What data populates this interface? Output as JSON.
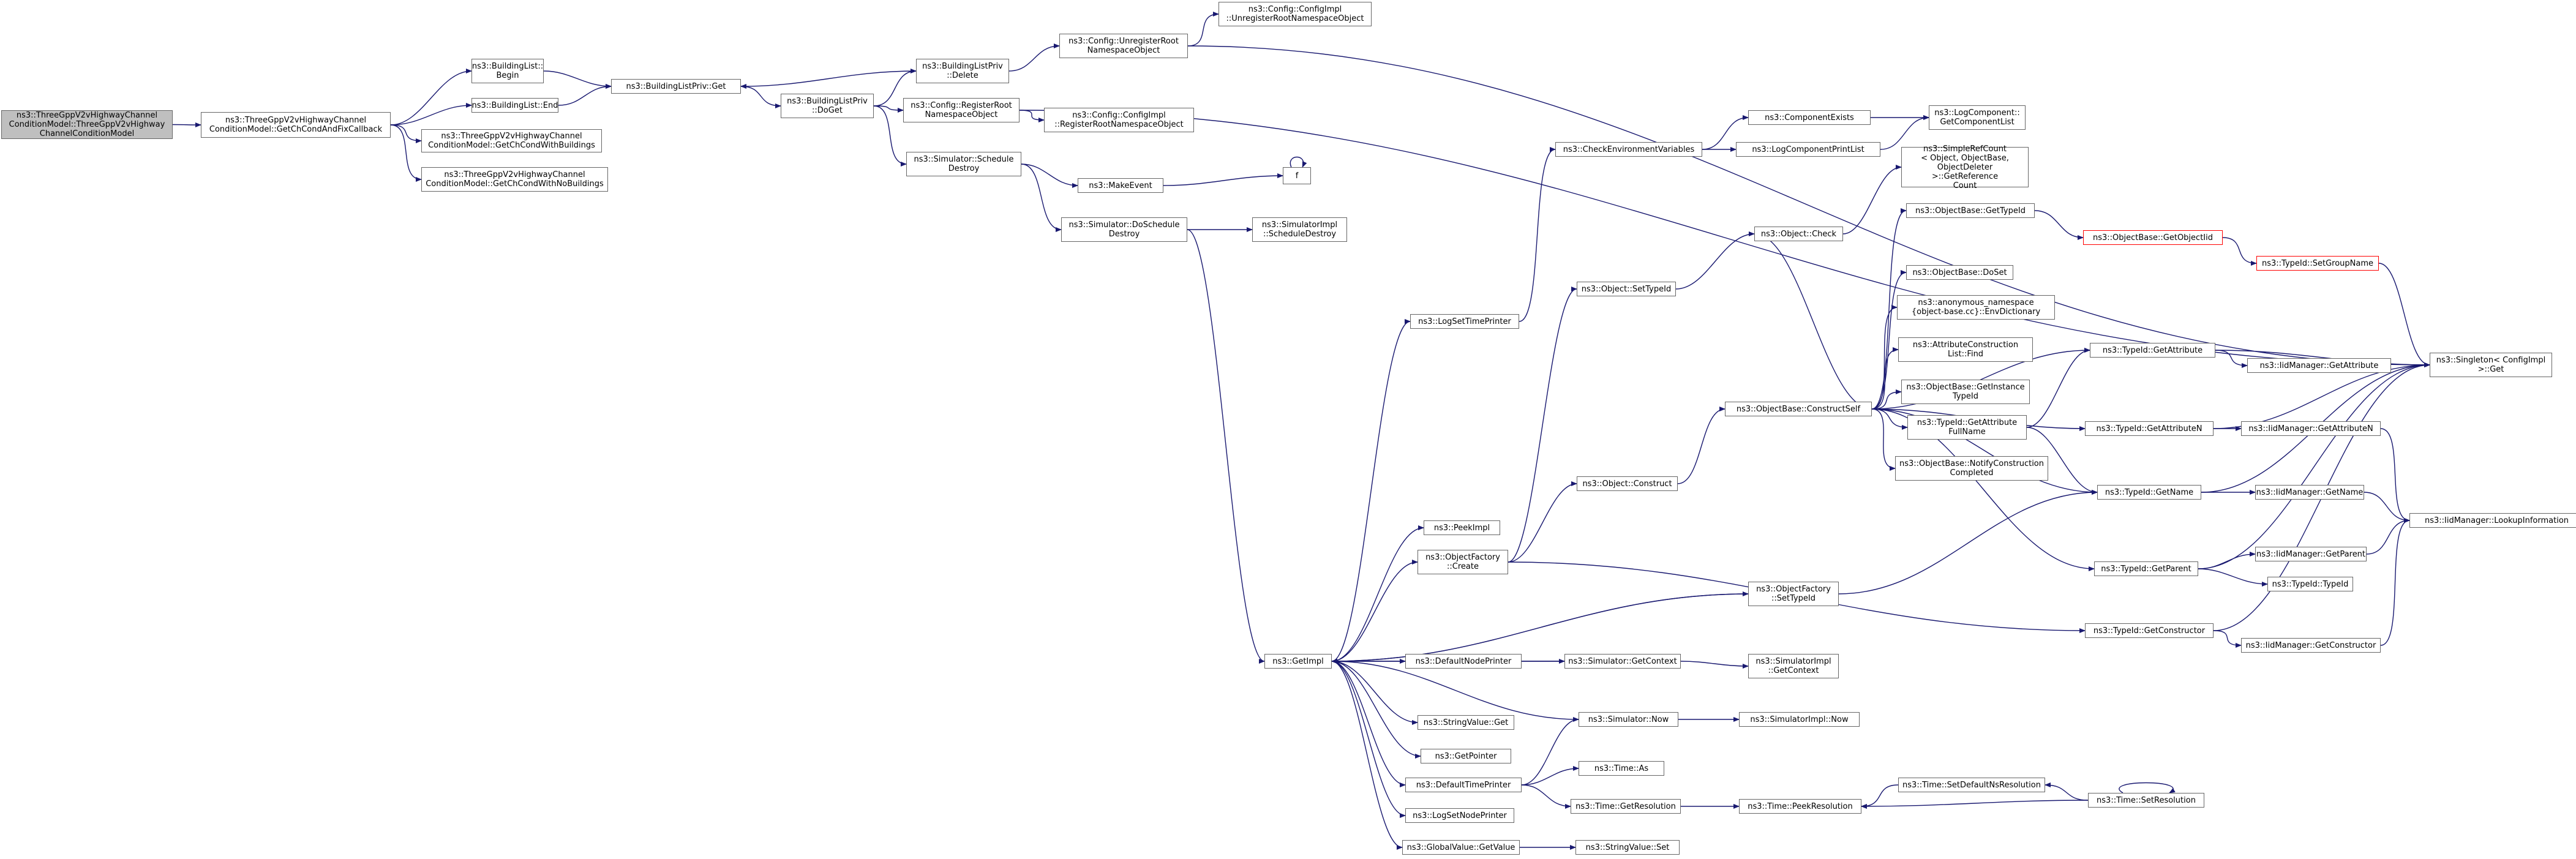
{
  "colors": {
    "edge": "#191970",
    "node_border": "#666666",
    "highlight_border": "#ff0000",
    "root_fill": "#bfbfbf"
  },
  "nodes": [
    {
      "id": "root",
      "label": "ns3::ThreeGppV2vHighwayChannel\nConditionModel::ThreeGppV2vHighway\nChannelConditionModel",
      "style": "root"
    },
    {
      "id": "getchcond",
      "label": "ns3::ThreeGppV2vHighwayChannel\nConditionModel::GetChCondAndFixCallback"
    },
    {
      "id": "blbegin",
      "label": "ns3::BuildingList::\nBegin"
    },
    {
      "id": "blend",
      "label": "ns3::BuildingList::End"
    },
    {
      "id": "withbuild",
      "label": "ns3::ThreeGppV2vHighwayChannel\nConditionModel::GetChCondWithBuildings"
    },
    {
      "id": "nobuild",
      "label": "ns3::ThreeGppV2vHighwayChannel\nConditionModel::GetChCondWithNoBuildings"
    },
    {
      "id": "blpget",
      "label": "ns3::BuildingListPriv::Get"
    },
    {
      "id": "blpdoget",
      "label": "ns3::BuildingListPriv\n::DoGet"
    },
    {
      "id": "blpdelete",
      "label": "ns3::BuildingListPriv\n::Delete"
    },
    {
      "id": "cfgunreg",
      "label": "ns3::Config::UnregisterRoot\nNamespaceObject"
    },
    {
      "id": "cfgimplunreg",
      "label": "ns3::Config::ConfigImpl\n::UnregisterRootNamespaceObject"
    },
    {
      "id": "cfgreg",
      "label": "ns3::Config::RegisterRoot\nNamespaceObject"
    },
    {
      "id": "cfgimplreg",
      "label": "ns3::Config::ConfigImpl\n::RegisterRootNamespaceObject"
    },
    {
      "id": "simsched",
      "label": "ns3::Simulator::Schedule\nDestroy"
    },
    {
      "id": "makeevent",
      "label": "ns3::MakeEvent"
    },
    {
      "id": "f",
      "label": "f"
    },
    {
      "id": "simdosched",
      "label": "ns3::Simulator::DoSchedule\nDestroy"
    },
    {
      "id": "simimplsched",
      "label": "ns3::SimulatorImpl\n::ScheduleDestroy"
    },
    {
      "id": "checkenv",
      "label": "ns3::CheckEnvironmentVariables"
    },
    {
      "id": "compexists",
      "label": "ns3::ComponentExists"
    },
    {
      "id": "lcprint",
      "label": "ns3::LogComponentPrintList"
    },
    {
      "id": "lcgetlist",
      "label": "ns3::LogComponent::\nGetComponentList"
    },
    {
      "id": "simplerefcount",
      "label": "ns3::SimpleRefCount\n< Object, ObjectBase,\nObjectDeleter >::GetReference\nCount"
    },
    {
      "id": "objbasegettid",
      "label": "ns3::ObjectBase::GetTypeId"
    },
    {
      "id": "objbasegetoid",
      "label": "ns3::ObjectBase::GetObjectIid",
      "style": "red"
    },
    {
      "id": "tidsetgroup",
      "label": "ns3::TypeId::SetGroupName",
      "style": "red"
    },
    {
      "id": "objcheck",
      "label": "ns3::Object::Check"
    },
    {
      "id": "objbasedoset",
      "label": "ns3::ObjectBase::DoSet"
    },
    {
      "id": "envdict",
      "label": "ns3::anonymous_namespace\n{object-base.cc}::EnvDictionary"
    },
    {
      "id": "logsettime",
      "label": "ns3::LogSetTimePrinter"
    },
    {
      "id": "objsettid",
      "label": "ns3::Object::SetTypeId"
    },
    {
      "id": "attrconstr",
      "label": "ns3::AttributeConstruction\nList::Find"
    },
    {
      "id": "objbasegetinst",
      "label": "ns3::ObjectBase::GetInstance\nTypeId"
    },
    {
      "id": "tidgetattr",
      "label": "ns3::TypeId::GetAttribute"
    },
    {
      "id": "iidgetattr",
      "label": "ns3::IidManager::GetAttribute"
    },
    {
      "id": "singleton",
      "label": "ns3::Singleton< ConfigImpl\n>::Get"
    },
    {
      "id": "objbaseconstruct",
      "label": "ns3::ObjectBase::ConstructSelf"
    },
    {
      "id": "tidgetattrfull",
      "label": "ns3::TypeId::GetAttribute\nFullName"
    },
    {
      "id": "tidgetattrn",
      "label": "ns3::TypeId::GetAttributeN"
    },
    {
      "id": "iidgetattrn",
      "label": "ns3::IidManager::GetAttributeN"
    },
    {
      "id": "objbasenotify",
      "label": "ns3::ObjectBase::NotifyConstruction\nCompleted"
    },
    {
      "id": "objconstruct",
      "label": "ns3::Object::Construct"
    },
    {
      "id": "tidgetname",
      "label": "ns3::TypeId::GetName"
    },
    {
      "id": "iidgetname",
      "label": "ns3::IidManager::GetName"
    },
    {
      "id": "iidlookup",
      "label": "ns3::IidManager::LookupInformation"
    },
    {
      "id": "peekimpl",
      "label": "ns3::PeekImpl"
    },
    {
      "id": "objfactcreate",
      "label": "ns3::ObjectFactory\n::Create"
    },
    {
      "id": "iidgetparent",
      "label": "ns3::IidManager::GetParent"
    },
    {
      "id": "tidgetparent",
      "label": "ns3::TypeId::GetParent"
    },
    {
      "id": "tidtypeid",
      "label": "ns3::TypeId::TypeId"
    },
    {
      "id": "objfactsettid",
      "label": "ns3::ObjectFactory\n::SetTypeId"
    },
    {
      "id": "tidgetconstr",
      "label": "ns3::TypeId::GetConstructor"
    },
    {
      "id": "iidgetconstr",
      "label": "ns3::IidManager::GetConstructor"
    },
    {
      "id": "getimpl",
      "label": "ns3::GetImpl"
    },
    {
      "id": "defnodeprinter",
      "label": "ns3::DefaultNodePrinter"
    },
    {
      "id": "simgetctx",
      "label": "ns3::Simulator::GetContext"
    },
    {
      "id": "simimplgetctx",
      "label": "ns3::SimulatorImpl\n::GetContext"
    },
    {
      "id": "stringvalget",
      "label": "ns3::StringValue::Get"
    },
    {
      "id": "simnow",
      "label": "ns3::Simulator::Now"
    },
    {
      "id": "simimplnow",
      "label": "ns3::SimulatorImpl::Now"
    },
    {
      "id": "getpointer",
      "label": "ns3::GetPointer"
    },
    {
      "id": "deftimeprinter",
      "label": "ns3::DefaultTimePrinter"
    },
    {
      "id": "timeas",
      "label": "ns3::Time::As"
    },
    {
      "id": "timesetdefres",
      "label": "ns3::Time::SetDefaultNsResolution"
    },
    {
      "id": "timegetres",
      "label": "ns3::Time::GetResolution"
    },
    {
      "id": "timepeekres",
      "label": "ns3::Time::PeekResolution"
    },
    {
      "id": "timesetres",
      "label": "ns3::Time::SetResolution"
    },
    {
      "id": "logsetnode",
      "label": "ns3::LogSetNodePrinter"
    },
    {
      "id": "gvgetvalue",
      "label": "ns3::GlobalValue::GetValue"
    },
    {
      "id": "stringvalset",
      "label": "ns3::StringValue::Set"
    }
  ],
  "edges": [
    [
      "root",
      "getchcond"
    ],
    [
      "getchcond",
      "blbegin"
    ],
    [
      "getchcond",
      "blend"
    ],
    [
      "getchcond",
      "withbuild"
    ],
    [
      "getchcond",
      "nobuild"
    ],
    [
      "blbegin",
      "blpget"
    ],
    [
      "blend",
      "blpget"
    ],
    [
      "blpget",
      "blpdoget"
    ],
    [
      "blpdoget",
      "blpdelete"
    ],
    [
      "blpdelete",
      "blpget"
    ],
    [
      "blpdelete",
      "cfgunreg"
    ],
    [
      "cfgunreg",
      "cfgimplunreg"
    ],
    [
      "cfgunreg",
      "singleton"
    ],
    [
      "blpdoget",
      "cfgreg"
    ],
    [
      "cfgreg",
      "cfgimplreg"
    ],
    [
      "cfgreg",
      "singleton"
    ],
    [
      "blpdoget",
      "simsched"
    ],
    [
      "simsched",
      "makeevent"
    ],
    [
      "simsched",
      "simdosched"
    ],
    [
      "makeevent",
      "f"
    ],
    [
      "f",
      "f"
    ],
    [
      "simdosched",
      "simimplsched"
    ],
    [
      "simdosched",
      "getimpl"
    ],
    [
      "getimpl",
      "logsettime"
    ],
    [
      "getimpl",
      "peekimpl"
    ],
    [
      "getimpl",
      "objfactcreate"
    ],
    [
      "getimpl",
      "objfactsettid"
    ],
    [
      "getimpl",
      "defnodeprinter"
    ],
    [
      "getimpl",
      "stringvalget"
    ],
    [
      "getimpl",
      "getpointer"
    ],
    [
      "getimpl",
      "deftimeprinter"
    ],
    [
      "getimpl",
      "logsetnode"
    ],
    [
      "getimpl",
      "gvgetvalue"
    ],
    [
      "logsettime",
      "checkenv"
    ],
    [
      "checkenv",
      "compexists"
    ],
    [
      "checkenv",
      "lcprint"
    ],
    [
      "compexists",
      "lcgetlist"
    ],
    [
      "lcprint",
      "lcgetlist"
    ],
    [
      "objfactcreate",
      "objsettid"
    ],
    [
      "objfactcreate",
      "objconstruct"
    ],
    [
      "objfactcreate",
      "tidgetconstr"
    ],
    [
      "objsettid",
      "objcheck"
    ],
    [
      "objcheck",
      "simplerefcount"
    ],
    [
      "objconstruct",
      "objbaseconstruct"
    ],
    [
      "objbaseconstruct",
      "objcheck"
    ],
    [
      "objbaseconstruct",
      "objbasegettid"
    ],
    [
      "objbaseconstruct",
      "objbasedoset"
    ],
    [
      "objbaseconstruct",
      "envdict"
    ],
    [
      "objbaseconstruct",
      "attrconstr"
    ],
    [
      "objbaseconstruct",
      "objbasegetinst"
    ],
    [
      "objbaseconstruct",
      "tidgetattrfull"
    ],
    [
      "objbaseconstruct",
      "objbasenotify"
    ],
    [
      "objbaseconstruct",
      "tidgetattr"
    ],
    [
      "objbaseconstruct",
      "tidgetattrn"
    ],
    [
      "objbaseconstruct",
      "tidgetname"
    ],
    [
      "objbaseconstruct",
      "tidgetparent"
    ],
    [
      "objbasegettid",
      "objbasegetoid"
    ],
    [
      "objbasegetoid",
      "tidsetgroup"
    ],
    [
      "tidsetgroup",
      "singleton"
    ],
    [
      "tidgetattr",
      "iidgetattr"
    ],
    [
      "tidgetattr",
      "singleton"
    ],
    [
      "tidgetattrfull",
      "tidgetattr"
    ],
    [
      "tidgetattrfull",
      "tidgetname"
    ],
    [
      "tidgetattrn",
      "iidgetattrn"
    ],
    [
      "tidgetattrn",
      "singleton"
    ],
    [
      "iidgetattrn",
      "iidlookup"
    ],
    [
      "tidgetname",
      "iidgetname"
    ],
    [
      "tidgetname",
      "singleton"
    ],
    [
      "iidgetname",
      "iidlookup"
    ],
    [
      "tidgetparent",
      "iidgetparent"
    ],
    [
      "tidgetparent",
      "tidtypeid"
    ],
    [
      "tidgetparent",
      "singleton"
    ],
    [
      "iidgetparent",
      "iidlookup"
    ],
    [
      "tidgetconstr",
      "iidgetconstr"
    ],
    [
      "tidgetconstr",
      "singleton"
    ],
    [
      "iidgetconstr",
      "iidlookup"
    ],
    [
      "objfactsettid",
      "tidgetname"
    ],
    [
      "defnodeprinter",
      "simgetctx"
    ],
    [
      "simgetctx",
      "simimplgetctx"
    ],
    [
      "simgetctx",
      "getimpl"
    ],
    [
      "deftimeprinter",
      "simnow"
    ],
    [
      "deftimeprinter",
      "timeas"
    ],
    [
      "deftimeprinter",
      "timegetres"
    ],
    [
      "simnow",
      "simimplnow"
    ],
    [
      "simnow",
      "getimpl"
    ],
    [
      "timegetres",
      "timepeekres"
    ],
    [
      "timesetdefres",
      "timepeekres"
    ],
    [
      "timesetres",
      "timesetdefres"
    ],
    [
      "timesetres",
      "timepeekres"
    ],
    [
      "timesetres",
      "timesetres"
    ],
    [
      "gvgetvalue",
      "stringvalset"
    ],
    [
      "objfactsettid",
      "getimpl"
    ]
  ]
}
